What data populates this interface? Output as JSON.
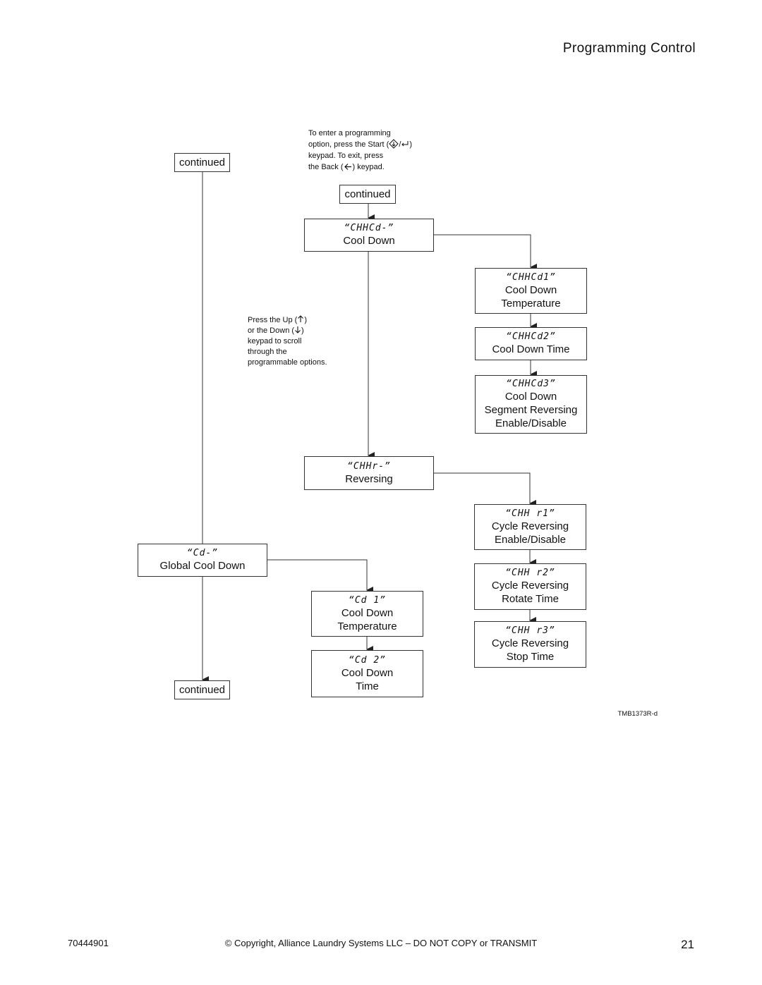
{
  "header": {
    "title": "Programming Control"
  },
  "notes": {
    "enter_exit": [
      "To enter a programming",
      "option, press the Start (",
      "/",
      ")",
      "keypad. To exit, press",
      "the Back (",
      ") keypad."
    ],
    "scroll": [
      "Press the Up (",
      ")",
      "or the Down (",
      ")",
      "keypad to scroll",
      "through the",
      "programmable options."
    ]
  },
  "continued_left_top": "continued",
  "continued_center_top": "continued",
  "continued_left_bottom": "continued",
  "boxes": {
    "cool_down": {
      "code": "“CHHCd-”",
      "label": "Cool Down"
    },
    "cool_down_temp": {
      "code": "“CHHCd1”",
      "lines": [
        "Cool Down",
        "Temperature"
      ]
    },
    "cool_down_time": {
      "code": "“CHHCd2”",
      "lines": [
        "Cool Down Time"
      ]
    },
    "cool_down_seg": {
      "code": "“CHHCd3”",
      "lines": [
        "Cool Down",
        "Segment Reversing",
        "Enable/Disable"
      ]
    },
    "reversing": {
      "code": "“CHHr-”",
      "label": "Reversing"
    },
    "cycle_rev_enable": {
      "code": "“CHH r1”",
      "lines": [
        "Cycle Reversing",
        "Enable/Disable"
      ]
    },
    "cycle_rev_rotate": {
      "code": "“CHH r2”",
      "lines": [
        "Cycle Reversing",
        "Rotate Time"
      ]
    },
    "cycle_rev_stop": {
      "code": "“CHH r3”",
      "lines": [
        "Cycle Reversing",
        "Stop Time"
      ]
    },
    "global_cool_down": {
      "code": "“Cd-”",
      "label": "Global Cool Down"
    },
    "global_cd_temp": {
      "code": "“Cd 1”",
      "lines": [
        "Cool Down",
        "Temperature"
      ]
    },
    "global_cd_time": {
      "code": "“Cd 2”",
      "lines": [
        "Cool Down",
        "Time"
      ]
    }
  },
  "figure_id": "TMB1373R-d",
  "footer": {
    "doc_number": "70444901",
    "copyright": "© Copyright, Alliance Laundry Systems LLC – DO NOT COPY or TRANSMIT",
    "page_number": "21"
  }
}
